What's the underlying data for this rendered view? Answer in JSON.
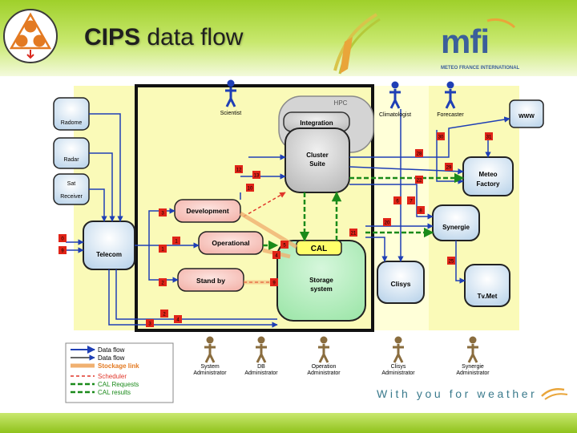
{
  "header": {
    "title_abbrev": "CIPS",
    "title_rest": " data flow"
  },
  "brand": {
    "logo_text": "mfi",
    "logo_subtitle": "METEO FRANCE INTERNATIONAL"
  },
  "footer": {
    "tagline": "With you for weather"
  },
  "colors": {
    "accent_green": "#8fc21c",
    "data_flow_blue": "#1f3fb5",
    "cal_green": "#1a8a1a",
    "scheduler_red": "#e0362a",
    "marker_red": "#e02418"
  },
  "nodes": {
    "hpc": "HPC",
    "integration": "Integration",
    "cluster_suite": [
      "Cluster",
      "Suite"
    ],
    "radome": "Radome",
    "radar": "Radar",
    "sat_receiver": [
      "Sat",
      "Receiver"
    ],
    "telecom": "Telecom",
    "development": "Development",
    "operational": "Operational",
    "stand_by": "Stand by",
    "cal": "CAL",
    "storage": [
      "Storage",
      "system"
    ],
    "clisys": "Clisys",
    "synergie": "Synergie",
    "meteo_factory": [
      "Meteo",
      "Factory"
    ],
    "tvmet": "Tv.Met",
    "www": "WWW"
  },
  "actors": {
    "scientist": "Scientist",
    "climatologist": "Climatologist",
    "forecaster": "Forecaster",
    "bottom": [
      [
        "System",
        "Administrator"
      ],
      [
        "DB",
        "Administrator"
      ],
      [
        "Operation",
        "Administrator"
      ],
      [
        "Clisys",
        "Administrator"
      ],
      [
        "Synergie",
        "Administrator"
      ]
    ]
  },
  "markers": [
    "30",
    "31",
    "28",
    "29",
    "12",
    "13",
    "10",
    "22",
    "6",
    "7",
    "8",
    "3",
    "20",
    "21",
    "1",
    "0",
    "9",
    "1",
    "5",
    "4",
    "25",
    "2",
    "9",
    "2",
    "4",
    "3"
  ],
  "legend": [
    "Data flow",
    "Data flow",
    "Stockage link",
    "Scheduler",
    "CAL Requests",
    "CAL results"
  ]
}
